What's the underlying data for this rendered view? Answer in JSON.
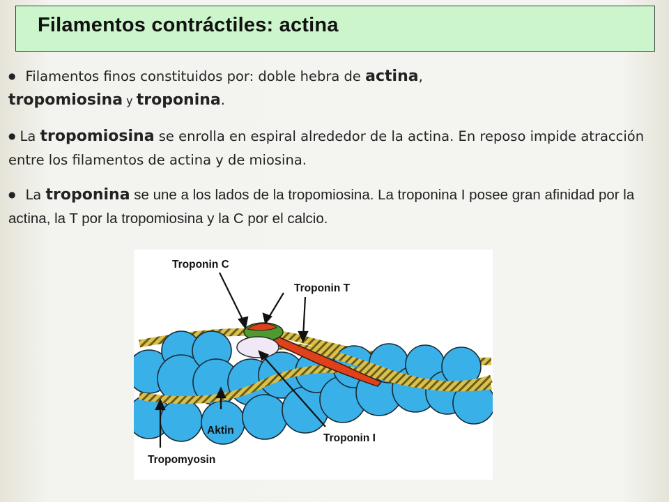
{
  "slide": {
    "title": "Filamentos contráctiles: actina",
    "bullets": [
      {
        "t1": "Filamentos finos constituidos por: doble hebra de ",
        "b1": "actina",
        "t2": ",",
        "b2": "tropomiosina",
        "t3": " y ",
        "b3": "troponina",
        "t4": "."
      },
      {
        "t1": "La ",
        "b1": "tropomiosina",
        "t2": " se enrolla en espiral alrededor de la actina. En reposo impide atracción entre los filamentos de actina  y de miosina."
      },
      {
        "t1": "La ",
        "b1": "troponina",
        "t2": "  se une a los lados de la tropomiosina. La troponina I posee gran afinidad por la actina, la T por la tropomiosina y la C por el calcio."
      }
    ]
  },
  "figure": {
    "labels": {
      "troponin_c": "Troponin C",
      "troponin_t": "Troponin T",
      "aktin": "Aktin",
      "troponin_i": "Troponin I",
      "tropomyosin": "Tropomyosin"
    },
    "colors": {
      "actin": "#39b0e8",
      "tropomyosin": "#d9c24c",
      "troponin_t": "#e0401a",
      "troponin_c": "#4e9a30",
      "troponin_i": "#f0e8f4"
    }
  }
}
